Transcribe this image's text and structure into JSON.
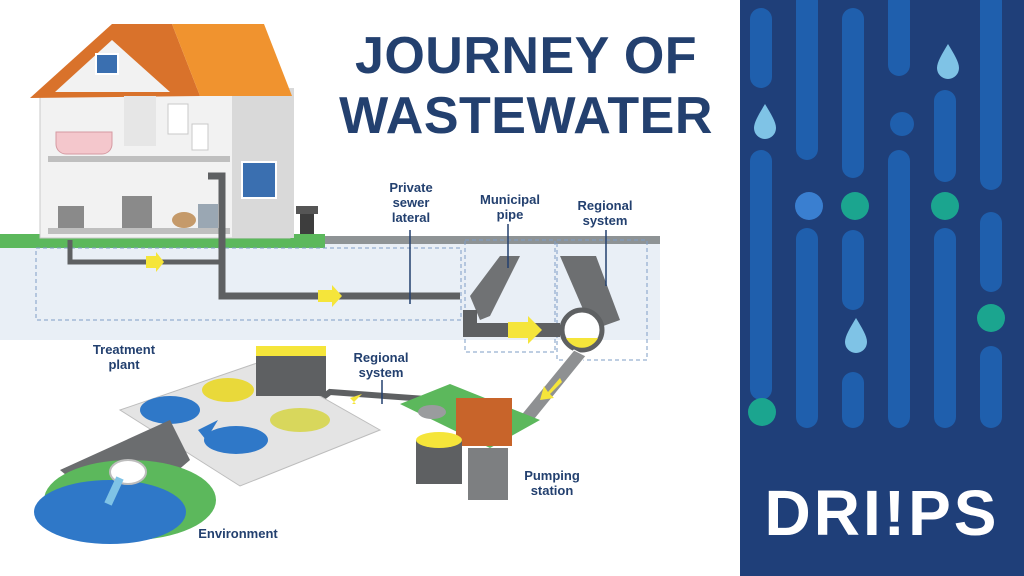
{
  "title": {
    "line1": "JOURNEY OF",
    "line2": "WASTEWATER"
  },
  "labels": {
    "private_sewer": [
      "Private",
      "sewer",
      "lateral"
    ],
    "municipal_pipe": [
      "Municipal",
      "pipe"
    ],
    "regional_system_top": [
      "Regional",
      "system"
    ],
    "regional_system_mid": [
      "Regional",
      "system"
    ],
    "treatment_plant": [
      "Treatment",
      "plant"
    ],
    "pumping_station": [
      "Pumping",
      "station"
    ],
    "environment": "Environment"
  },
  "brand": {
    "logo_text": "DRI!PS"
  },
  "colors": {
    "navy": "#23406f",
    "panel_blue": "#1f3f79",
    "bar_blue": "#1f5fad",
    "drop_blue": "#7fc3e6",
    "teal": "#1ba58f",
    "arrow_yellow": "#f5e53a",
    "pipe_grey": "#5e6062",
    "grass_green": "#5cb85c",
    "roof_orange": "#e98c2c"
  },
  "icons": [
    "house-icon",
    "treatment-plant-icon",
    "pumping-station-icon",
    "outfall-pipe-icon",
    "water-drop-icon"
  ]
}
